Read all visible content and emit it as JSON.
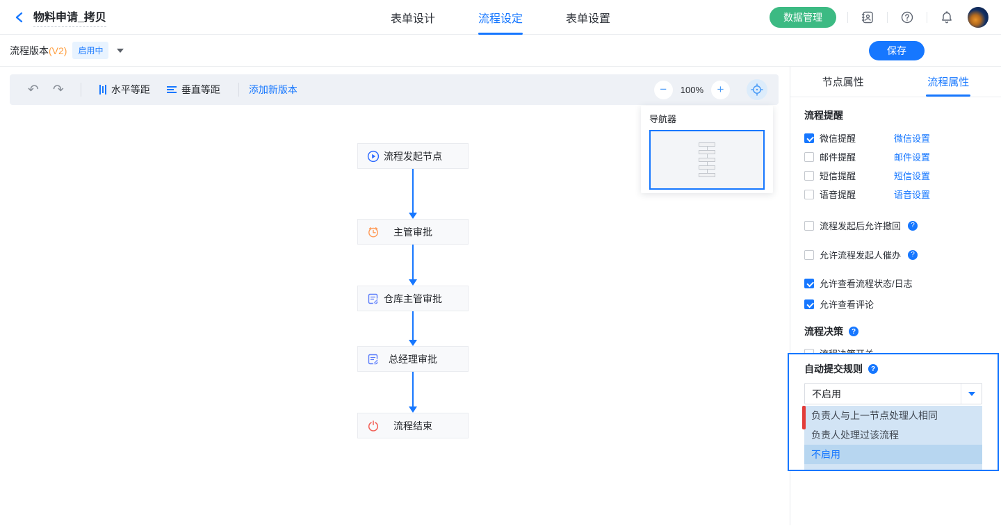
{
  "header": {
    "title": "物料申请_拷贝",
    "tabs": [
      {
        "label": "表单设计"
      },
      {
        "label": "流程设定"
      },
      {
        "label": "表单设置"
      }
    ],
    "data_manage_button": "数据管理"
  },
  "version_bar": {
    "label": "流程版本",
    "version": "(V2)",
    "status_badge": "启用中",
    "save_button": "保存"
  },
  "toolbar": {
    "horizontal_spacing": "水平等距",
    "vertical_spacing": "垂直等距",
    "add_version": "添加新版本",
    "zoom_level": "100%"
  },
  "navigator": {
    "title": "导航器"
  },
  "flow": {
    "arrow_color": "#1677ff",
    "nodes": [
      {
        "label": "流程发起节点",
        "icon": "play-icon",
        "color": "#2f6bff"
      },
      {
        "label": "主管审批",
        "icon": "alarm-clock-icon",
        "color": "#ff9a57"
      },
      {
        "label": "仓库主管审批",
        "icon": "doc-edit-icon",
        "color": "#5b7cfa"
      },
      {
        "label": "总经理审批",
        "icon": "doc-edit-icon",
        "color": "#5b7cfa"
      },
      {
        "label": "流程结束",
        "icon": "power-icon",
        "color": "#f25e55"
      }
    ]
  },
  "panel": {
    "tabs": [
      {
        "label": "节点属性"
      },
      {
        "label": "流程属性"
      }
    ],
    "reminder": {
      "title": "流程提醒",
      "rows": [
        {
          "label": "微信提醒",
          "checked": true,
          "link": "微信设置"
        },
        {
          "label": "邮件提醒",
          "checked": false,
          "link": "邮件设置"
        },
        {
          "label": "短信提醒",
          "checked": false,
          "link": "短信设置"
        },
        {
          "label": "语音提醒",
          "checked": false,
          "link": "语音设置"
        }
      ]
    },
    "options": [
      {
        "label": "流程发起后允许撤回",
        "checked": false,
        "help": true
      },
      {
        "label": "允许流程发起人催办",
        "checked": false,
        "help": true
      },
      {
        "label": "允许查看流程状态/日志",
        "checked": true,
        "help": false
      },
      {
        "label": "允许查看评论",
        "checked": true,
        "help": false
      }
    ],
    "decision": {
      "title": "流程决策",
      "toggle_label": "流程决策开关",
      "checked": false
    },
    "auto_submit": {
      "title": "自动提交规则",
      "selected_value": "不启用",
      "options": [
        {
          "label": "负责人与上一节点处理人相同",
          "selected": false
        },
        {
          "label": "负责人处理过该流程",
          "selected": false
        },
        {
          "label": "不启用",
          "selected": true
        }
      ]
    }
  }
}
